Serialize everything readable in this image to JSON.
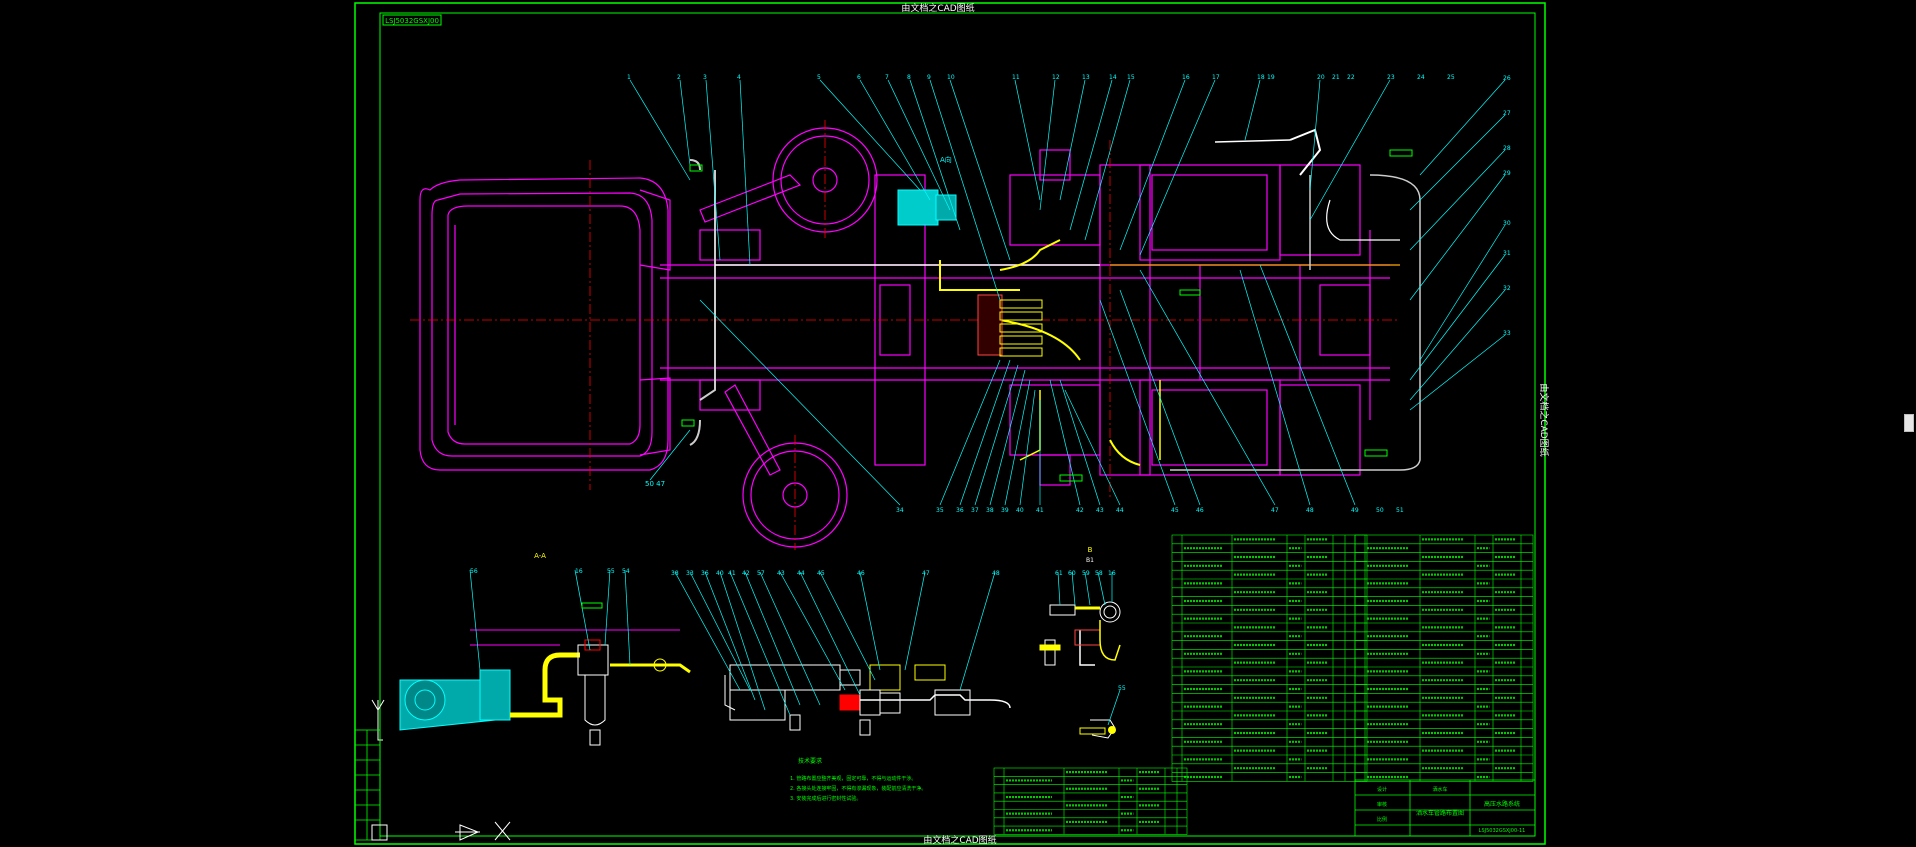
{
  "drawing": {
    "header_banner": "由文档之CAD图纸",
    "footer_banner": "由文档之CAD图纸",
    "side_banner": "由文档之CAD图纸",
    "drawing_code_top": "LSJ5032GSXJ00",
    "drawing_code_bottom": "LSJ5032GSXJ00-11"
  },
  "views": {
    "plan_view_callouts_top": [
      "1",
      "2",
      "3",
      "4",
      "5",
      "6",
      "7",
      "8",
      "9",
      "10",
      "11",
      "12",
      "13",
      "14",
      "15",
      "16",
      "17",
      "18",
      "19",
      "20",
      "21",
      "22",
      "23",
      "24",
      "25"
    ],
    "plan_view_callouts_right": [
      "26",
      "27",
      "28",
      "29",
      "30",
      "31",
      "32",
      "33"
    ],
    "plan_view_callouts_bottom": [
      "34",
      "35",
      "36",
      "37",
      "38",
      "39",
      "40",
      "41",
      "42",
      "43",
      "44",
      "45",
      "46",
      "47",
      "48",
      "49",
      "50",
      "51"
    ],
    "left_label": "50 47",
    "detail_a_label": "A-A",
    "detail_b_label": "B",
    "detail_b_ratio": "B1"
  },
  "notes": {
    "title": "技术要求",
    "lines": [
      "1. 管路布置应整齐美观，固定可靠，不得与运动件干涉。",
      "2. 各接头处连接牢固，不得有渗漏现象，装配前应清洗干净。",
      "3. 安装完成后进行密封性试验。"
    ]
  },
  "title_block": {
    "drawing_name": "高压水路系统",
    "company": "洒水车管路布置图",
    "designer_label": "设计",
    "check_label": "审核",
    "scale_label": "比例",
    "code": "LSJ5032GSXJ00-11"
  },
  "colors": {
    "background": "#000000",
    "frame": "#00ff00",
    "chassis": "#ff00ff",
    "pipes": "#ffff00",
    "callouts": "#00ffff",
    "pump": "#00ffff",
    "dims": "#ff0000",
    "details": "#ffffff"
  },
  "ui": {
    "scroll_icon": "scroll-thumb-icon"
  }
}
